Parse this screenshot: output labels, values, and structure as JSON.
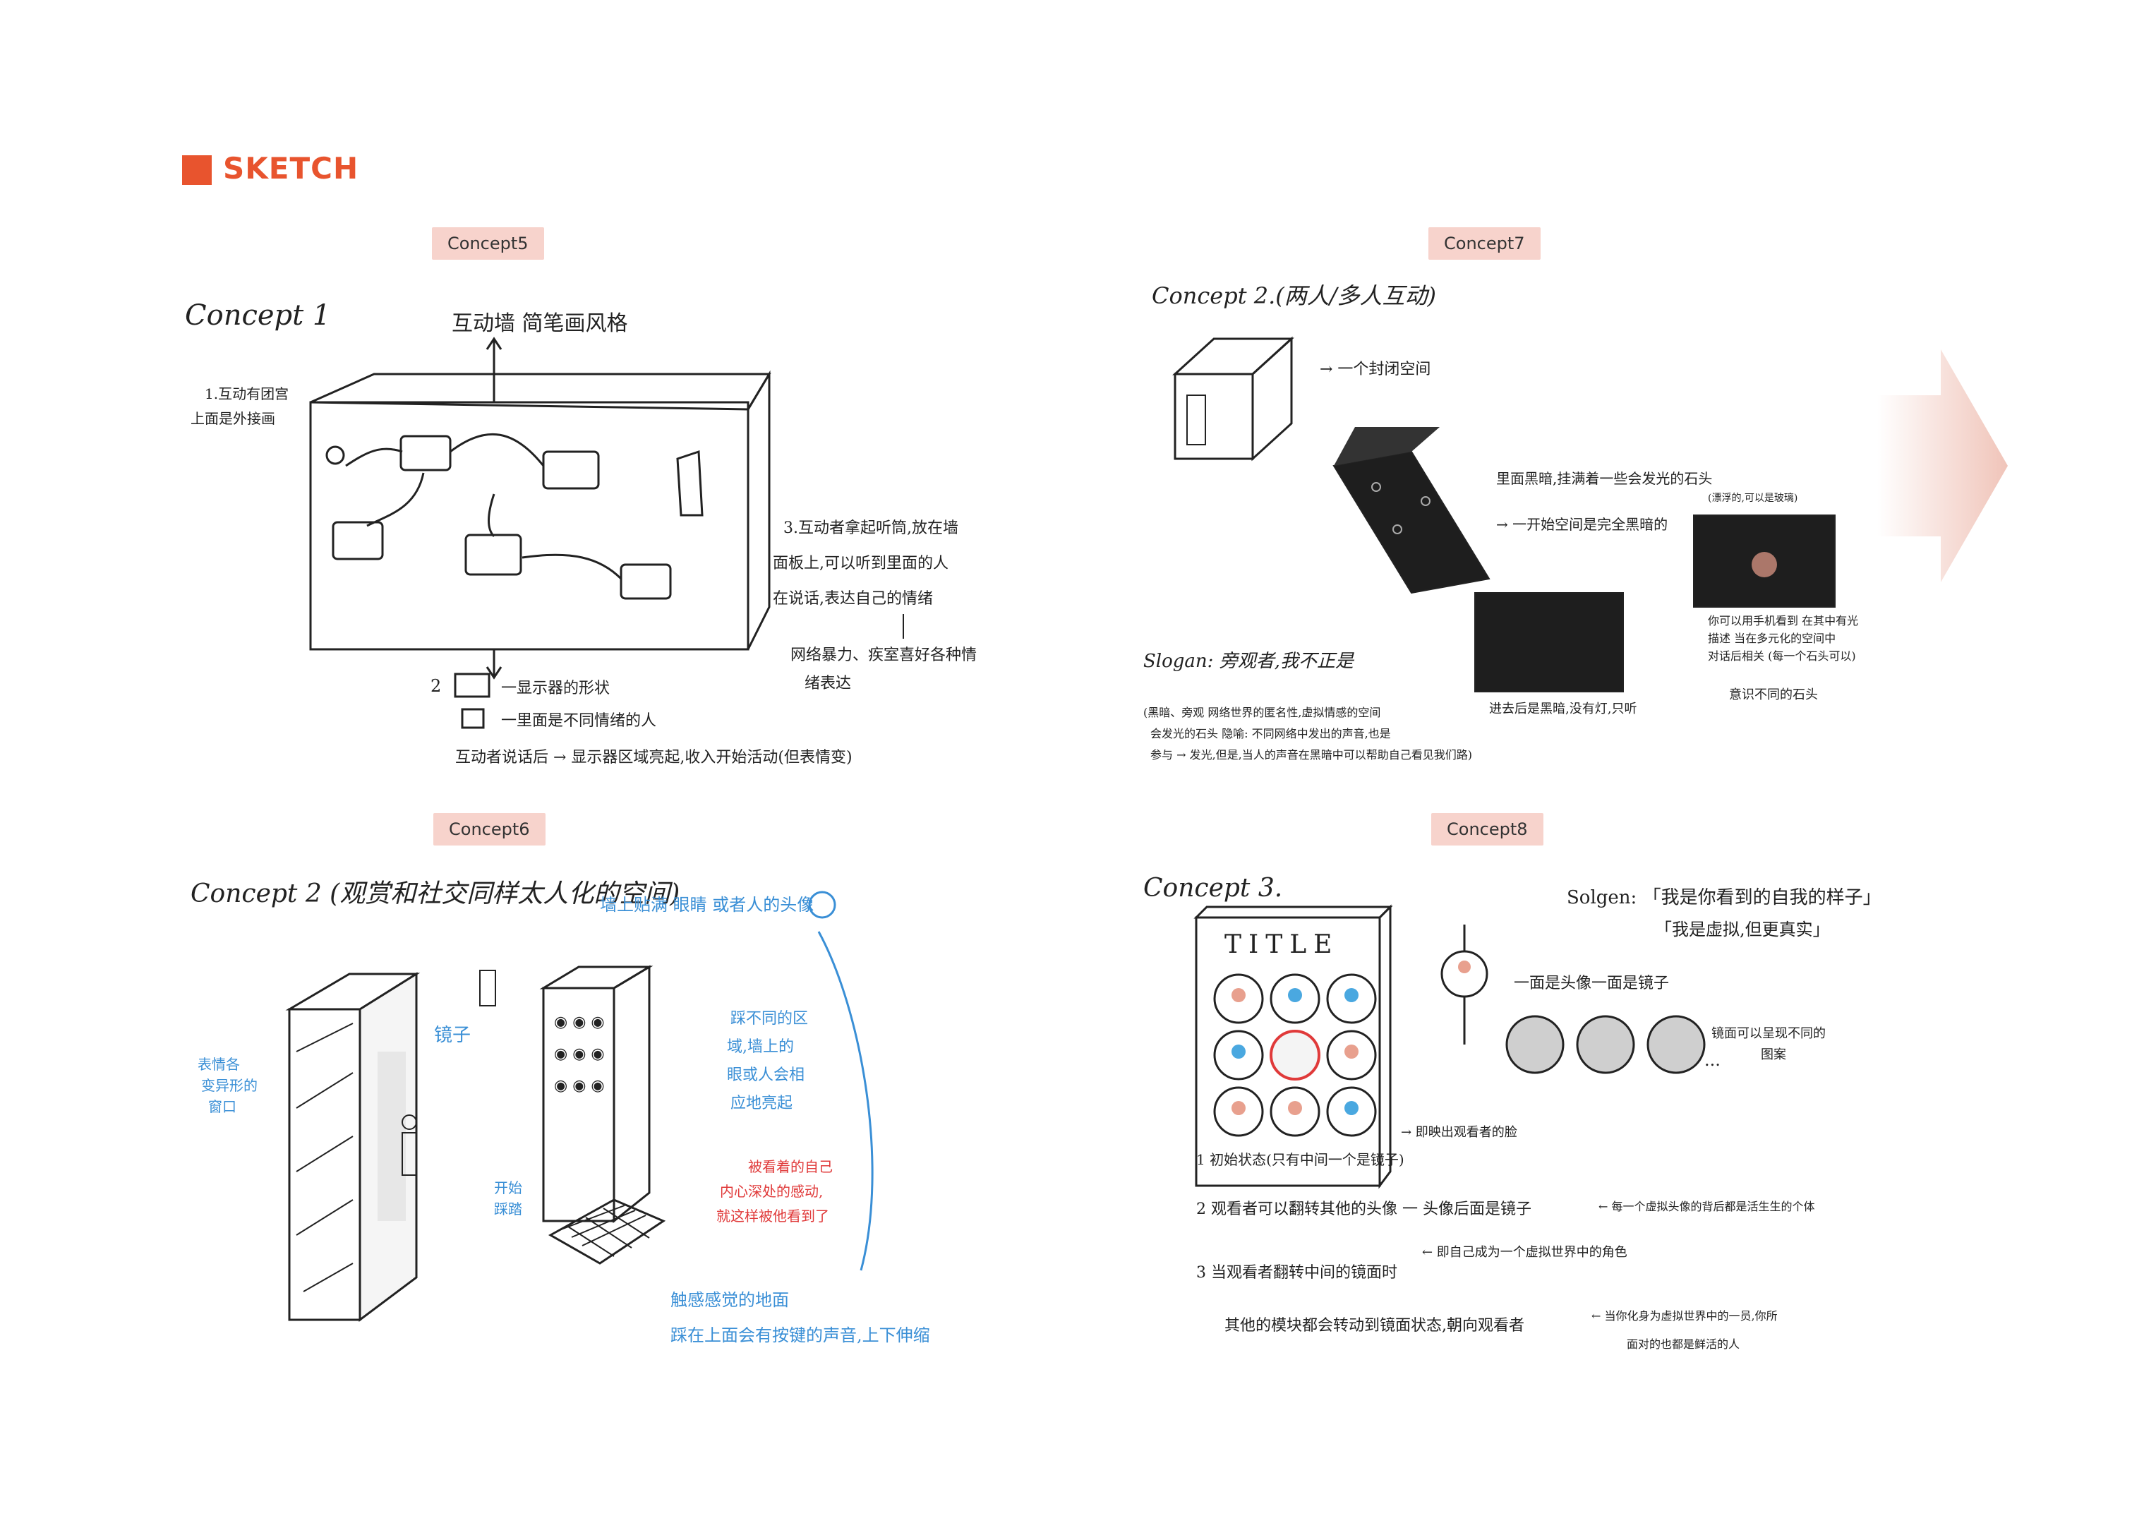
{
  "header": {
    "title": "SKETCH"
  },
  "tags": {
    "c5": "Concept5",
    "c7": "Concept7",
    "c6": "Concept6",
    "c8": "Concept8"
  },
  "sketch1": {
    "title": "Concept 1",
    "t1": "互动墙  简笔画风格",
    "t2": "1.互动有团宫",
    "t3": "上面是外接画",
    "t4": "3.互动者拿起听筒,放在墙",
    "t5": "面板上,可以听到里面的人",
    "t6": "在说话,表达自己的情绪",
    "t7": "网络暴力、疾室喜好各种情",
    "t8": "绪表达",
    "t9": "2",
    "t10": "一显示器的形状",
    "t11": "一里面是不同情绪的人",
    "t12": "互动者说话后 → 显示器区域亮起,收入开始活动(但表情变)"
  },
  "sketch2": {
    "title": "Concept 2.(两人/多人互动)",
    "t1": "→ 一个封闭空间",
    "t2": "里面黑暗,挂满着一些会发光的石头",
    "t3": "(漂浮的,可以是玻璃)",
    "t4": "→ 一开始空间是完全黑暗的",
    "t5": "Slogan: 旁观者,我不正是",
    "t6": "(黑暗、旁观 网络世界的匿名性,虚拟情感的空间",
    "t7": "会发光的石头 隐喻: 不同网络中发出的声音,也是",
    "t8": "参与 → 发光,但是,当人的声音在黑暗中可以帮助自己看见我们路)",
    "t9": "进去后是黑暗,没有灯,只听",
    "t10": "你可以用手机看到 在其中有光",
    "t11": "描述  当在多元化的空间中",
    "t12": "对话后相关  (每一个石头可以)",
    "t13": "意识不同的石头"
  },
  "sketch3": {
    "title": "Concept 2 (观赏和社交同样太人化的空间)",
    "t1": "墙上贴满 眼睛 或者人的头像",
    "t2": "表情各",
    "t3": "变异形的",
    "t4": "窗口",
    "t5": "镜子",
    "t6": "踩不同的区",
    "t7": "域,墙上的",
    "t8": "眼或人会相",
    "t9": "应地亮起",
    "t10": "被看着的自己",
    "t11": "内心深处的感动,",
    "t12": "就这样被他看到了",
    "t13": "开始",
    "t14": "踩踏",
    "t15": "触感感觉的地面",
    "t16": "踩在上面会有按键的声音,上下伸缩"
  },
  "sketch4": {
    "title": "Concept 3.",
    "t1": "Solgen: 「我是你看到的自我的样子」",
    "t2": "「我是虚拟,但更真实」",
    "t3": "TITLE",
    "t4": "一面是头像一面是镜子",
    "t5": "镜面可以呈现不同的",
    "t6": "图案",
    "t7": "...",
    "t8": "→ 即映出观看者的脸",
    "t9": "1  初始状态(只有中间一个是镜子)",
    "t10": "2  观看者可以翻转其他的头像 一 头像后面是镜子",
    "t11": "← 每一个虚拟头像的背后都是活生生的个体",
    "t12": "3  当观看者翻转中间的镜面时",
    "t13": "← 即自己成为一个虚拟世界中的角色",
    "t14": "其他的模块都会转动到镜面状态,朝向观看者",
    "t15": "← 当你化身为虚拟世界中的一员,你所",
    "t16": "面对的也都是鲜活的人"
  },
  "colors": {
    "accent": "#e8542e",
    "tag_bg": "#f7d3cc",
    "pencil": "#222222",
    "blue_ink": "#3a8fd6",
    "red_ink": "#e03a3a"
  }
}
